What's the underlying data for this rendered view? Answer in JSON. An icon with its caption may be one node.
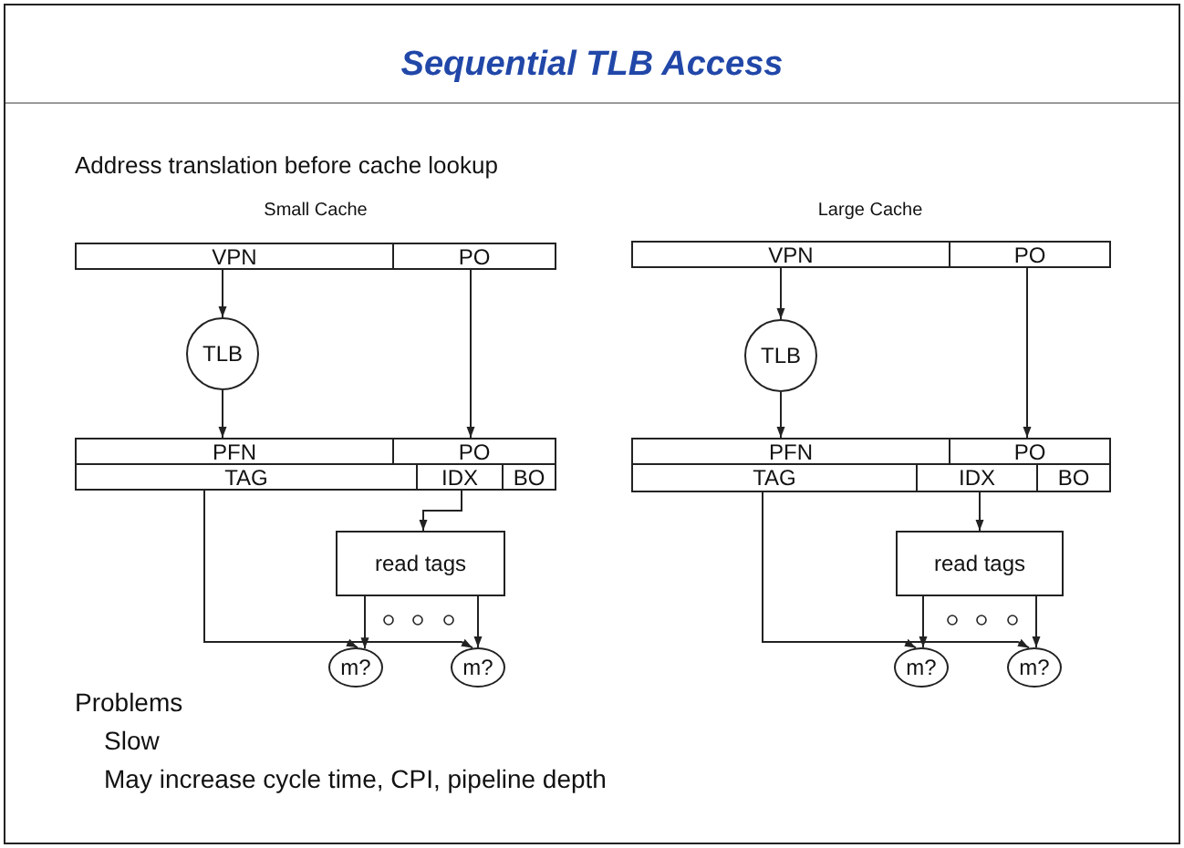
{
  "diagram": {
    "title": "Sequential TLB Access",
    "nodes": [
      {
        "text": [
          "VPN"
        ]
      },
      {
        "text": [
          "PO"
        ]
      },
      {
        "text": [
          "TLB"
        ]
      },
      {
        "text": [
          "PFN"
        ]
      },
      {
        "text": [
          "PO"
        ]
      },
      {
        "text": [
          "TAG"
        ]
      },
      {
        "text": [
          "IDX"
        ]
      },
      {
        "text": [
          "BO"
        ]
      },
      {
        "text": [
          "read tags"
        ]
      },
      {
        "text": [
          "m?"
        ]
      },
      {
        "text": [
          "m?"
        ]
      },
      {
        "text": [
          "VPN"
        ]
      },
      {
        "text": [
          "PO"
        ]
      },
      {
        "text": [
          "TLB"
        ]
      },
      {
        "text": [
          "PFN"
        ]
      },
      {
        "text": [
          "PO"
        ]
      },
      {
        "text": [
          "TAG"
        ]
      },
      {
        "text": [
          "IDX"
        ]
      },
      {
        "text": [
          "BO"
        ]
      },
      {
        "text": [
          "read tags"
        ]
      },
      {
        "text": [
          "m?"
        ]
      },
      {
        "text": [
          "m?"
        ]
      }
    ],
    "edges": [
      {
        "from": 0,
        "to": 2,
        "arrow": "to"
      },
      {
        "from": 2,
        "to": 3,
        "arrow": "to"
      },
      {
        "from": 1,
        "to": 4,
        "arrow": "to"
      },
      {
        "from": 6,
        "to": 8,
        "arrow": "to"
      },
      {
        "from": 5,
        "to": 9,
        "arrow": "to"
      },
      {
        "from": 5,
        "to": 10,
        "arrow": "to"
      },
      {
        "from": 8,
        "to": 9,
        "arrow": "to"
      },
      {
        "from": 8,
        "to": 10,
        "arrow": "to"
      },
      {
        "from": 11,
        "to": 13,
        "arrow": "to"
      },
      {
        "from": 13,
        "to": 14,
        "arrow": "to"
      },
      {
        "from": 12,
        "to": 15,
        "arrow": "to"
      },
      {
        "from": 17,
        "to": 19,
        "arrow": "to"
      },
      {
        "from": 16,
        "to": 20,
        "arrow": "to"
      },
      {
        "from": 16,
        "to": 21,
        "arrow": "to"
      },
      {
        "from": 19,
        "to": 20,
        "arrow": "to"
      },
      {
        "from": 19,
        "to": 21,
        "arrow": "to"
      }
    ],
    "labels": [
      "Address translation before cache lookup",
      "Small Cache",
      "Large Cache",
      "Problems",
      "Slow",
      "May increase cycle time, CPI, pipeline depth"
    ]
  }
}
